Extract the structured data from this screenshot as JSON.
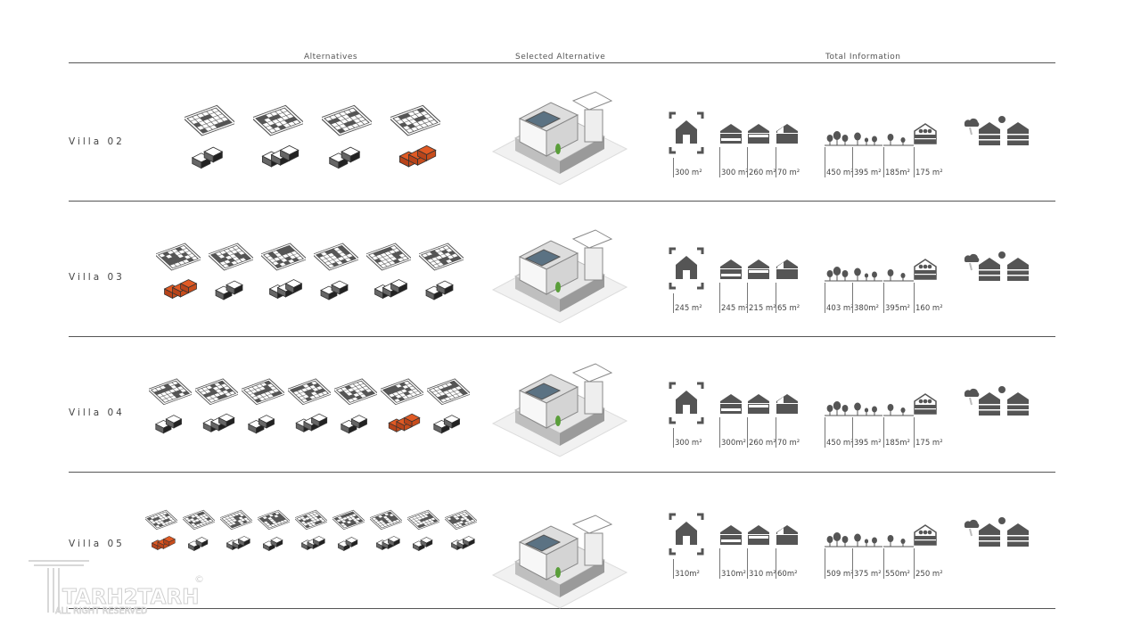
{
  "headers": {
    "alternatives": "Alternatives",
    "selected": "Selected Alternative",
    "total": "Total Information"
  },
  "colors": {
    "selected_mass": "#d9531e",
    "icon_dark": "#555555",
    "rule": "#555555"
  },
  "villas": [
    {
      "label": "Villa 02",
      "alternative_count": 4,
      "selected_index": 3,
      "values": {
        "site_area": "300 m²",
        "floor_1": "300 m²",
        "floor_2": "260 m²",
        "roof": "70 m²",
        "green_1": "450 m²",
        "green_2": "395 m²",
        "green_3": "185m²",
        "roof_garden": "175 m²"
      }
    },
    {
      "label": "Villa 03",
      "alternative_count": 6,
      "selected_index": 0,
      "values": {
        "site_area": "245 m²",
        "floor_1": "245 m²",
        "floor_2": "215 m²",
        "roof": "65 m²",
        "green_1": "403 m²",
        "green_2": "380m²",
        "green_3": "395m²",
        "roof_garden": "160 m²"
      }
    },
    {
      "label": "Villa 04",
      "alternative_count": 7,
      "selected_index": 5,
      "values": {
        "site_area": "300 m²",
        "floor_1": "300m²",
        "floor_2": "260 m²",
        "roof": "70 m²",
        "green_1": "450 m²",
        "green_2": "395 m²",
        "green_3": "185m²",
        "roof_garden": "175 m²"
      }
    },
    {
      "label": "Villa 05",
      "alternative_count": 9,
      "selected_index": 0,
      "values": {
        "site_area": "310m²",
        "floor_1": "310m²",
        "floor_2": "310 m²",
        "roof": "60m²",
        "green_1": "509 m²",
        "green_2": "375 m²",
        "green_3": "550m²",
        "roof_garden": "250 m²"
      }
    }
  ],
  "watermark": {
    "brand": "TARH2TARH",
    "subtitle": "ALL RIGHT RESERVED",
    "copyright": "©"
  }
}
